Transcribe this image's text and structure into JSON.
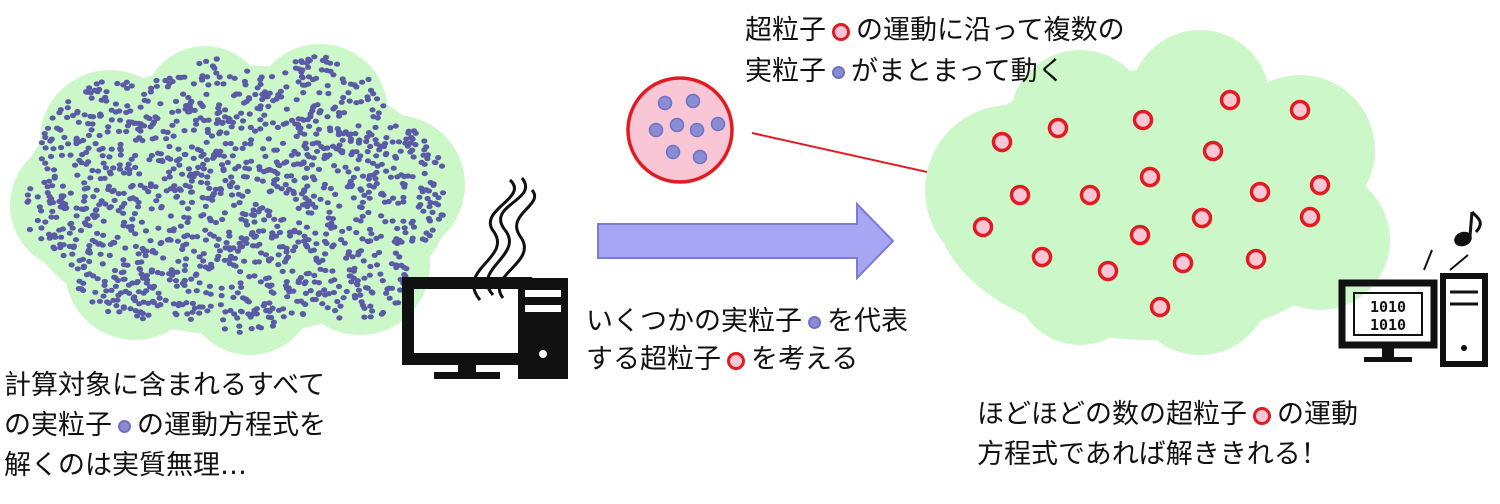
{
  "labels": {
    "left_line1": "計算対象に含まれるすべて",
    "left_line2_pre": "の実粒子",
    "left_line2_post": "の運動方程式を",
    "left_line3": "解くのは実質無理…",
    "mid_line1_pre": "いくつかの実粒子",
    "mid_line1_post": "を代表",
    "mid_line2_pre": "する超粒子",
    "mid_line2_post": "を考える",
    "top_line1_pre": "超粒子",
    "top_line1_post": "の運動に沿って複数の",
    "top_line2_pre": "実粒子",
    "top_line2_post": "がまとまって動く",
    "right_line1_pre": "ほどほどの数の超粒子",
    "right_line1_post": "の運動",
    "right_line2": "方程式であれば解ききれる！"
  },
  "icons": {
    "left_computer": "desktop-computer-smoking-icon",
    "right_computer": "desktop-computer-music-icon",
    "right_screen_text": [
      "1010",
      "1010"
    ],
    "note": "music-note-icon"
  },
  "colors": {
    "cloud_fill": "#ccf7c8",
    "real_particle": "#5a5aa6",
    "super_particle_border": "#e21a22",
    "super_particle_fill": "#f8c6d4",
    "arrow_fill": "#a6a6f4",
    "arrow_stroke": "#7c7cd6",
    "pointer_line": "#e21a22"
  }
}
